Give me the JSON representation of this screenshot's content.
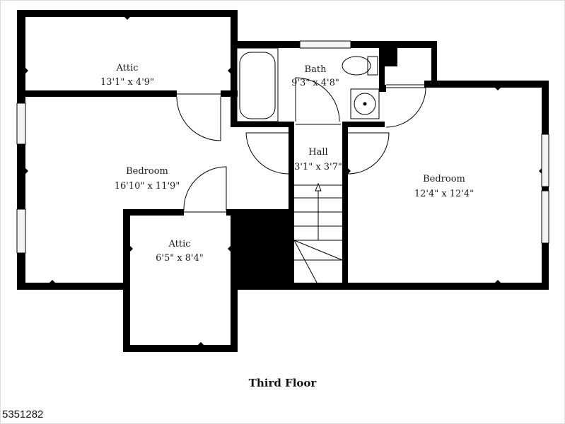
{
  "floor_title": "Third Floor",
  "listing_id": "5351282",
  "colors": {
    "wall": "#000000",
    "background": "#ffffff",
    "window": "#f2f2f2"
  },
  "rooms": {
    "attic_top": {
      "name": "Attic",
      "dims": "13'1\" x 4'9\""
    },
    "bath": {
      "name": "Bath",
      "dims": "9'3\" x 4'8\""
    },
    "bedroom_left": {
      "name": "Bedroom",
      "dims": "16'10\" x 11'9\""
    },
    "hall": {
      "name": "Hall",
      "dims": "3'1\" x 3'7\""
    },
    "bedroom_right": {
      "name": "Bedroom",
      "dims": "12'4\" x 12'4\""
    },
    "attic_bottom": {
      "name": "Attic",
      "dims": "6'5\" x 8'4\""
    }
  }
}
